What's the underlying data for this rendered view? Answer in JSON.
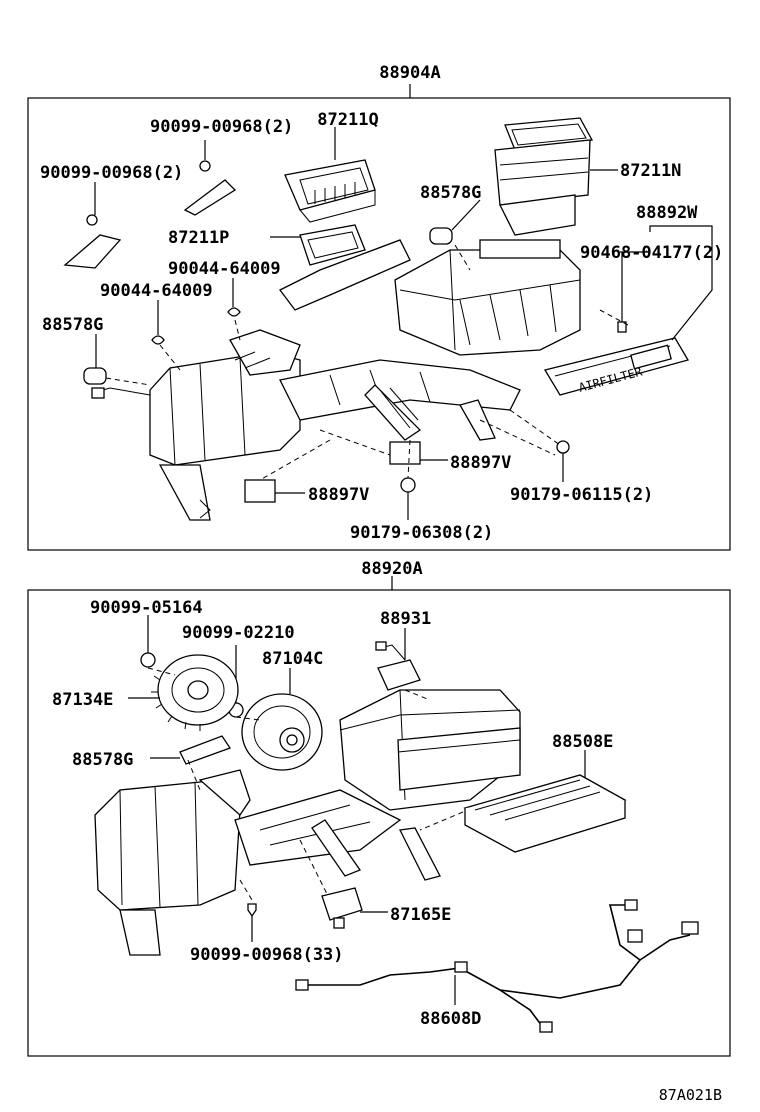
{
  "assemblies": [
    {
      "label": "88904A"
    },
    {
      "label": "88920A"
    }
  ],
  "upper_parts": [
    {
      "label": "87211Q"
    },
    {
      "label": "90099-00968(2)"
    },
    {
      "label": "90099-00968(2)"
    },
    {
      "label": "87211N"
    },
    {
      "label": "88578G"
    },
    {
      "label": "88892W"
    },
    {
      "label": "87211P"
    },
    {
      "label": "90468-04177(2)"
    },
    {
      "label": "90044-64009"
    },
    {
      "label": "90044-64009"
    },
    {
      "label": "88578G"
    },
    {
      "label": "88897V"
    },
    {
      "label": "88897V"
    },
    {
      "label": "90179-06115(2)"
    },
    {
      "label": "90179-06308(2)"
    }
  ],
  "lower_parts": [
    {
      "label": "90099-05164"
    },
    {
      "label": "88931"
    },
    {
      "label": "90099-02210"
    },
    {
      "label": "87104C"
    },
    {
      "label": "87134E"
    },
    {
      "label": "88508E"
    },
    {
      "label": "88578G"
    },
    {
      "label": "87165E"
    },
    {
      "label": "90099-00968(33)"
    },
    {
      "label": "88608D"
    }
  ],
  "filter_text": "AIRFILTER",
  "figure_code": "87A021B"
}
